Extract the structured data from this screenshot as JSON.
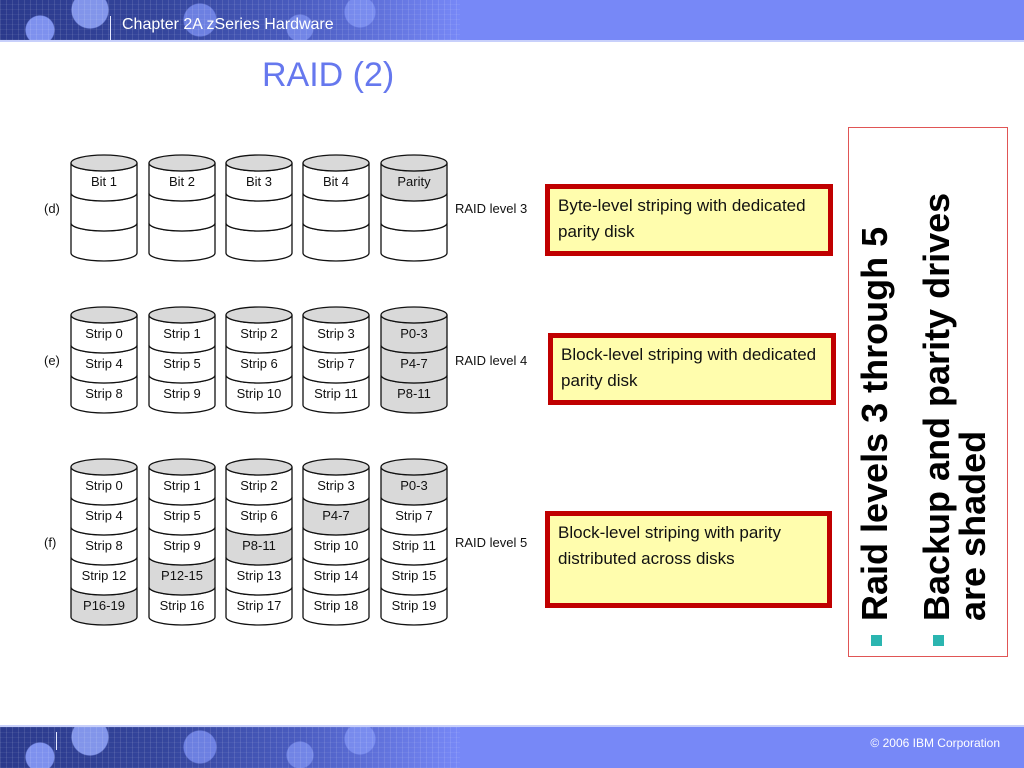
{
  "header": {
    "chapter_title": "Chapter 2A zSeries Hardware"
  },
  "title": "RAID (2)",
  "colors": {
    "banner": "#7788f7",
    "title": "#6678ee",
    "callout_border": "#c00000",
    "callout_fill": "#fffdad",
    "shaded": "#d9d9d9",
    "bullet": "#2bb5b0"
  },
  "diagram": {
    "rows": [
      {
        "tag": "(d)",
        "level_label": "RAID level 3",
        "disks": [
          {
            "cells": [
              {
                "label": "Bit 1",
                "shaded": false
              },
              {
                "label": "",
                "shaded": false
              },
              {
                "label": "",
                "shaded": false
              }
            ]
          },
          {
            "cells": [
              {
                "label": "Bit 2",
                "shaded": false
              },
              {
                "label": "",
                "shaded": false
              },
              {
                "label": "",
                "shaded": false
              }
            ]
          },
          {
            "cells": [
              {
                "label": "Bit 3",
                "shaded": false
              },
              {
                "label": "",
                "shaded": false
              },
              {
                "label": "",
                "shaded": false
              }
            ]
          },
          {
            "cells": [
              {
                "label": "Bit 4",
                "shaded": false
              },
              {
                "label": "",
                "shaded": false
              },
              {
                "label": "",
                "shaded": false
              }
            ]
          },
          {
            "cells": [
              {
                "label": "Parity",
                "shaded": true
              },
              {
                "label": "",
                "shaded": false
              },
              {
                "label": "",
                "shaded": false
              }
            ]
          }
        ]
      },
      {
        "tag": "(e)",
        "level_label": "RAID level 4",
        "disks": [
          {
            "cells": [
              {
                "label": "Strip 0",
                "shaded": false
              },
              {
                "label": "Strip 4",
                "shaded": false
              },
              {
                "label": "Strip 8",
                "shaded": false
              }
            ]
          },
          {
            "cells": [
              {
                "label": "Strip 1",
                "shaded": false
              },
              {
                "label": "Strip 5",
                "shaded": false
              },
              {
                "label": "Strip 9",
                "shaded": false
              }
            ]
          },
          {
            "cells": [
              {
                "label": "Strip 2",
                "shaded": false
              },
              {
                "label": "Strip 6",
                "shaded": false
              },
              {
                "label": "Strip 10",
                "shaded": false
              }
            ]
          },
          {
            "cells": [
              {
                "label": "Strip 3",
                "shaded": false
              },
              {
                "label": "Strip 7",
                "shaded": false
              },
              {
                "label": "Strip 11",
                "shaded": false
              }
            ]
          },
          {
            "cells": [
              {
                "label": "P0-3",
                "shaded": true
              },
              {
                "label": "P4-7",
                "shaded": true
              },
              {
                "label": "P8-11",
                "shaded": true
              }
            ]
          }
        ]
      },
      {
        "tag": "(f)",
        "level_label": "RAID level 5",
        "disks": [
          {
            "cells": [
              {
                "label": "Strip 0",
                "shaded": false
              },
              {
                "label": "Strip 4",
                "shaded": false
              },
              {
                "label": "Strip 8",
                "shaded": false
              },
              {
                "label": "Strip 12",
                "shaded": false
              },
              {
                "label": "P16-19",
                "shaded": true
              }
            ]
          },
          {
            "cells": [
              {
                "label": "Strip 1",
                "shaded": false
              },
              {
                "label": "Strip 5",
                "shaded": false
              },
              {
                "label": "Strip 9",
                "shaded": false
              },
              {
                "label": "P12-15",
                "shaded": true
              },
              {
                "label": "Strip 16",
                "shaded": false
              }
            ]
          },
          {
            "cells": [
              {
                "label": "Strip 2",
                "shaded": false
              },
              {
                "label": "Strip 6",
                "shaded": false
              },
              {
                "label": "P8-11",
                "shaded": true
              },
              {
                "label": "Strip 13",
                "shaded": false
              },
              {
                "label": "Strip 17",
                "shaded": false
              }
            ]
          },
          {
            "cells": [
              {
                "label": "Strip 3",
                "shaded": false
              },
              {
                "label": "P4-7",
                "shaded": true
              },
              {
                "label": "Strip 10",
                "shaded": false
              },
              {
                "label": "Strip 14",
                "shaded": false
              },
              {
                "label": "Strip 18",
                "shaded": false
              }
            ]
          },
          {
            "cells": [
              {
                "label": "P0-3",
                "shaded": true
              },
              {
                "label": "Strip 7",
                "shaded": false
              },
              {
                "label": "Strip 11",
                "shaded": false
              },
              {
                "label": "Strip 15",
                "shaded": false
              },
              {
                "label": "Strip 19",
                "shaded": false
              }
            ]
          }
        ]
      }
    ]
  },
  "callouts": [
    "Byte-level striping with dedicated parity disk",
    "Block-level striping with dedicated parity disk",
    "Block-level striping with parity distributed across disks"
  ],
  "side_bullets": [
    "Raid levels 3 through 5",
    "Backup and parity drives are shaded"
  ],
  "footer": {
    "copyright": "© 2006 IBM Corporation"
  }
}
